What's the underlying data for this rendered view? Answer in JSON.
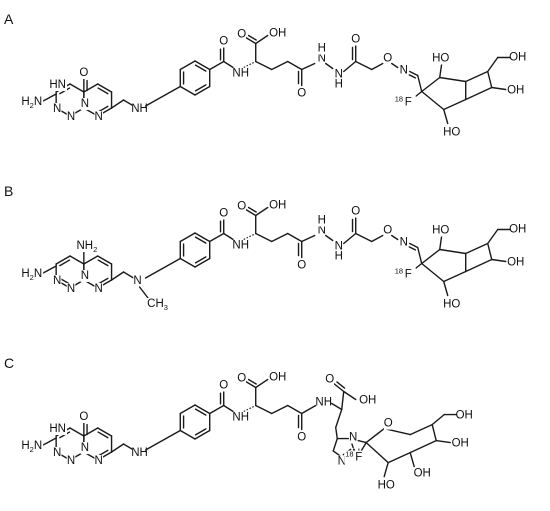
{
  "panels": [
    {
      "letter": "A",
      "labels": {
        "pteridine_carbonyl_o": "O",
        "pteridine_nh": "HN",
        "pteridine_h2n": "H2N",
        "pteridine_n1": "N",
        "pteridine_n2": "N",
        "pteridine_n3": "N",
        "linker_nh": "NH",
        "amide_o": "O",
        "amide_nh": "NH",
        "acid": "OH",
        "acid_o": "O",
        "glu_o": "O",
        "hydrazide": "NH-NH",
        "aminoxy_o": "O",
        "oxime_o": "O",
        "oxime_n": "N",
        "fluorine_isotope": "18",
        "fluorine": "F",
        "sugar_oh_1": "HO",
        "sugar_oh_2": "OH",
        "sugar_oh_3": "HO",
        "sugar_oh_4": "OH"
      }
    },
    {
      "letter": "B",
      "labels": {
        "amine_top": "NH2",
        "pteridine_h2n": "H2N",
        "methyl": "CH3",
        "aryl_n": "N",
        "acid": "OH",
        "fluorine_isotope": "18",
        "fluorine": "F"
      }
    },
    {
      "letter": "C",
      "labels": {
        "acid_1": "OH",
        "acid_2": "OH",
        "triazole_n": "N",
        "fluorine_isotope": "18",
        "fluorine": "F",
        "sugar_o": "O",
        "sugar_oh": "OH"
      }
    }
  ]
}
